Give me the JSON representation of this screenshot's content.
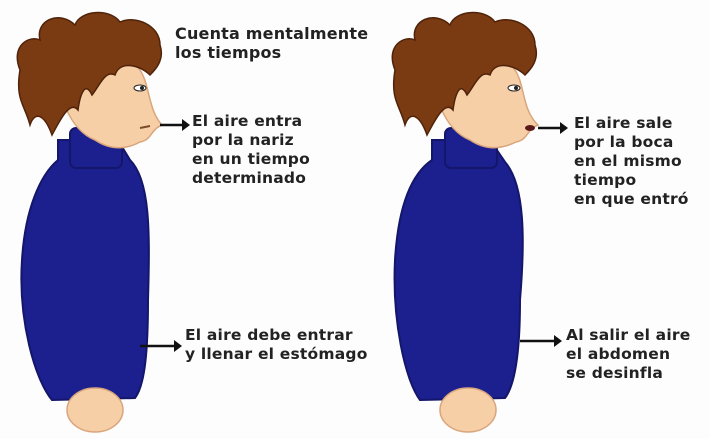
{
  "labels": {
    "count_tip": "Cuenta mentalmente\nlos tiempos",
    "inhale_nose": "El aire entra\npor la nariz\nen un tiempo\ndeterminado",
    "inhale_stomach": "El aire debe entrar\ny llenar el estómago",
    "exhale_mouth": "El aire sale\npor la boca\nen el mismo\ntiempo\nen que entró",
    "exhale_abdomen": "Al salir el aire\nel abdomen\nse desinfla"
  },
  "colors": {
    "sweater": "#1c1f8e",
    "sweater_dark": "#14166a",
    "hair": "#7a3a12",
    "skin": "#f6cfa7",
    "arrow": "#111111"
  }
}
